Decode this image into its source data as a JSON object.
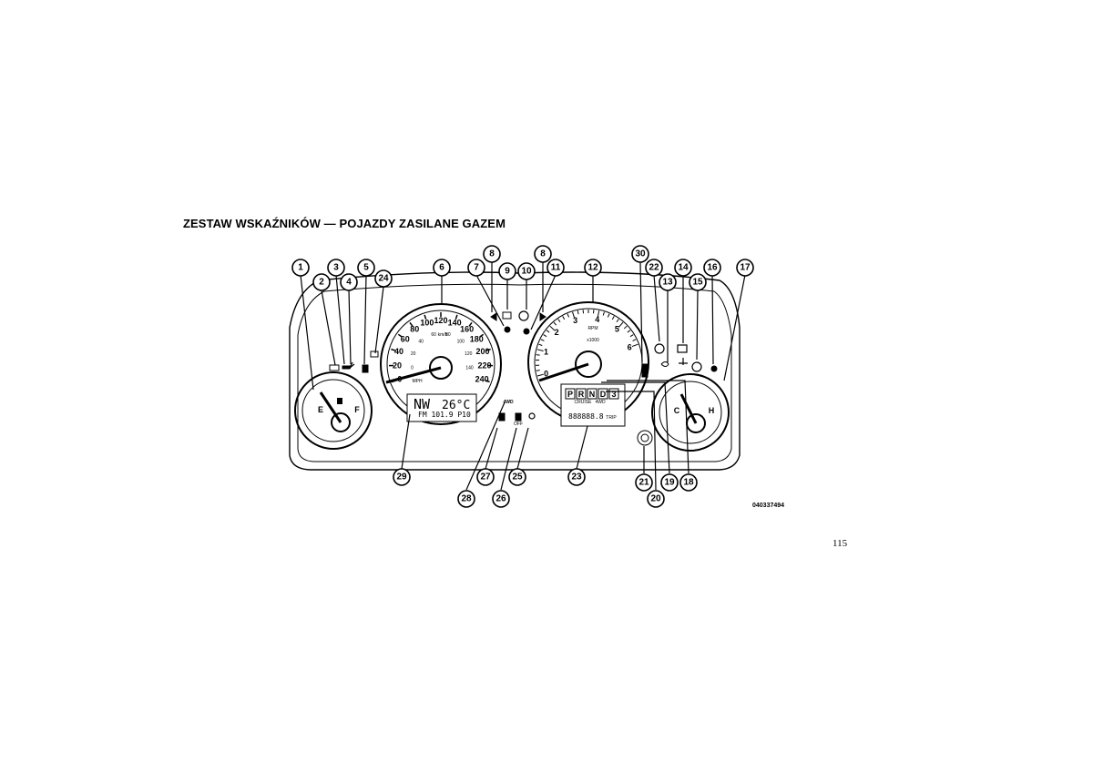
{
  "heading": "ZESTAW WSKAŹNIKÓW — POJAZDY ZASILANE GAZEM",
  "figure_code": "040337494",
  "page_number": "115",
  "speedometer": {
    "kmh_labels": [
      "0",
      "20",
      "40",
      "60",
      "80",
      "100",
      "120",
      "140",
      "160",
      "180",
      "200",
      "220",
      "240"
    ],
    "unit_kmh": "km/h",
    "mph_labels": [
      "0",
      "20",
      "40",
      "60",
      "80",
      "100",
      "120",
      "140"
    ],
    "unit_mph": "MPH"
  },
  "tachometer": {
    "labels": [
      "0",
      "1",
      "2",
      "3",
      "4",
      "5",
      "6"
    ],
    "unit": "RPM",
    "multiplier": "x1000"
  },
  "fuel_gauge": {
    "empty": "E",
    "full": "F"
  },
  "temp_gauge": {
    "cold": "C",
    "hot": "H"
  },
  "lcd_left": {
    "line1_dir": "NW",
    "line1_temp": "26°C",
    "line2": "FM 101.9 P10"
  },
  "lcd_right": {
    "gears": [
      "P",
      "R",
      "N",
      "D",
      "3"
    ],
    "cruise": "CRUISE",
    "fourwd": "4WD",
    "odometer": "888888.8",
    "trip": "TRIP"
  },
  "indicators": {
    "fourwd_badge": "4WD",
    "off_label": "OFF"
  },
  "callouts": [
    "1",
    "2",
    "3",
    "4",
    "5",
    "24",
    "6",
    "7",
    "8",
    "9",
    "10",
    "8",
    "11",
    "12",
    "30",
    "22",
    "13",
    "14",
    "15",
    "16",
    "17",
    "29",
    "28",
    "27",
    "26",
    "25",
    "23",
    "21",
    "19",
    "20",
    "18"
  ]
}
